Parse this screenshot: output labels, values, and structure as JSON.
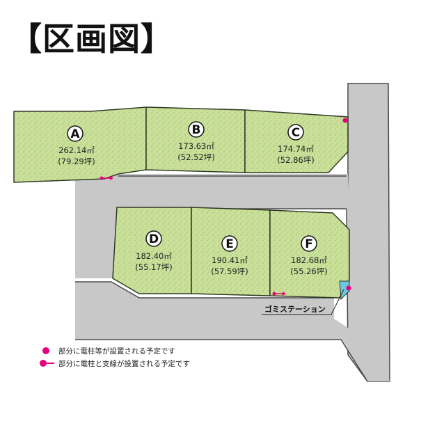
{
  "title": "【区画図】",
  "colors": {
    "lot_fill": "#c9df9a",
    "lot_stroke": "#2f3a24",
    "road": "#c8c8c8",
    "road_stroke": "#4a4a4a",
    "marker": "#e6007e",
    "gomi_fill": "#6ec6e0"
  },
  "lots": [
    {
      "id": "A",
      "area_m2": "262.14㎡",
      "area_tsubo": "(79.29坪)"
    },
    {
      "id": "B",
      "area_m2": "173.63㎡",
      "area_tsubo": "(52.52坪)"
    },
    {
      "id": "C",
      "area_m2": "174.74㎡",
      "area_tsubo": "(52.86坪)"
    },
    {
      "id": "D",
      "area_m2": "182.40㎡",
      "area_tsubo": "(55.17坪)"
    },
    {
      "id": "E",
      "area_m2": "190.41㎡",
      "area_tsubo": "(57.59坪)"
    },
    {
      "id": "F",
      "area_m2": "182.68㎡",
      "area_tsubo": "(55.26坪)"
    }
  ],
  "gomi_station": "ゴミステーション",
  "legend": [
    {
      "symbol": "dot",
      "text": "部分に電柱等が設置される予定です"
    },
    {
      "symbol": "dot-line",
      "text": "部分に電柱と支線が設置される予定です"
    }
  ]
}
